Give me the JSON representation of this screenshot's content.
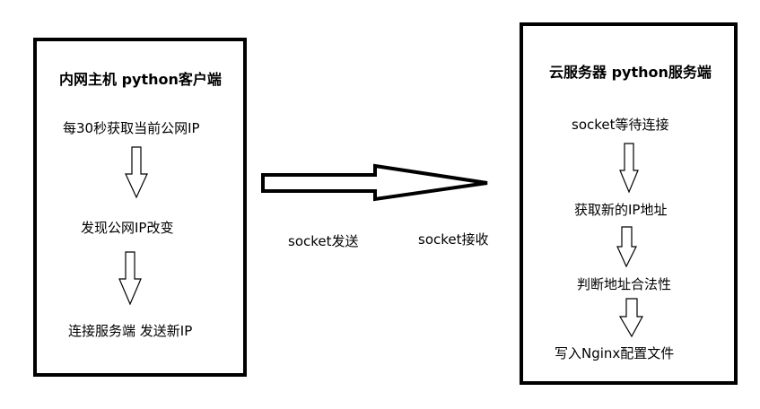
{
  "client": {
    "title": "内网主机 python客户端",
    "steps": [
      "每30秒获取当前公网IP",
      "发现公网IP改变",
      "连接服务端 发送新IP"
    ]
  },
  "server": {
    "title": "云服务器 python服务端",
    "steps": [
      "socket等待连接",
      "获取新的IP地址",
      "判断地址合法性",
      "写入Nginx配置文件"
    ]
  },
  "transfer": {
    "send_label": "socket发送",
    "receive_label": "socket接收"
  }
}
